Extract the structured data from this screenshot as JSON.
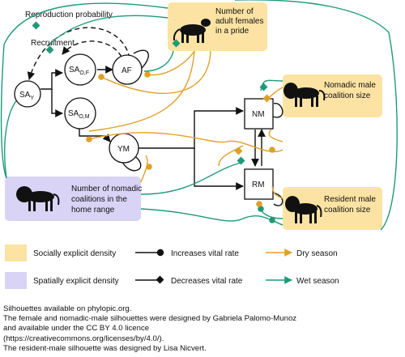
{
  "colors": {
    "socially_explicit": "#fce3a3",
    "spatially_explicit": "#d9d3f5",
    "dry_season": "#e0a028",
    "wet_season": "#1f9a78",
    "black": "#111111"
  },
  "nodes": {
    "sa_y": {
      "main": "SA",
      "sub": "Y"
    },
    "sa_of": {
      "main": "SA",
      "sub": "O,F"
    },
    "af": {
      "main": "AF"
    },
    "sa_om": {
      "main": "SA",
      "sub": "O,M"
    },
    "ym": {
      "main": "YM"
    },
    "nm": {
      "main": "NM"
    },
    "rm": {
      "main": "RM"
    }
  },
  "labels": {
    "reproduction_probability": "Reproduction probability",
    "recruitment": "Recruitment"
  },
  "density_boxes": {
    "adult_females": [
      "Number of",
      "adult females",
      "in a pride"
    ],
    "nomadic_coalition": [
      "Nomadic male",
      "coalition size"
    ],
    "resident_coalition": [
      "Resident male",
      "coalition size"
    ],
    "nomadic_coalitions_home_range": [
      "Number of nomadic",
      "coalitions in the",
      "home range"
    ]
  },
  "silhouettes": {
    "female": "lioness-silhouette",
    "nomadic_male": "male-lion-silhouette",
    "resident_male": "male-lion-silhouette"
  },
  "legend": {
    "socially_explicit": "Socially explicit density",
    "spatially_explicit": "Spatially explicit density",
    "increases": "Increases vital rate",
    "decreases": "Decreases vital rate",
    "dry": "Dry season",
    "wet": "Wet season"
  },
  "credits": [
    "Silhouettes available on phylopic.org.",
    "The female and nomadic-male silhouettes were designed by Gabriela Palomo-Munoz",
    "and available under the CC BY 4.0 licence",
    "(https://creativecommons.org/licenses/by/4.0/).",
    "The resident-male silhouette was designed by Lisa Nicvert."
  ]
}
